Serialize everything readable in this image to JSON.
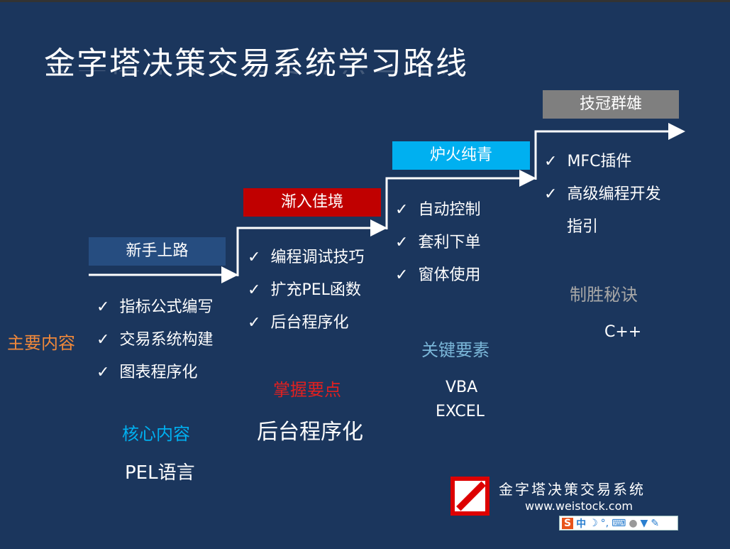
{
  "title": "金字塔决策交易系统学习路线",
  "stages": [
    {
      "label": "新手上路",
      "color": "#264d80",
      "items": [
        "指标公式编写",
        "交易系统构建",
        "图表程序化"
      ],
      "section_label": "核心内容",
      "section_value": "PEL语言"
    },
    {
      "label": "渐入佳境",
      "color": "#c00000",
      "items": [
        "编程调试技巧",
        "扩充PEL函数",
        "后台程序化"
      ],
      "section_label": "掌握要点",
      "section_value": "后台程序化"
    },
    {
      "label": "炉火纯青",
      "color": "#00b0f0",
      "items": [
        "自动控制",
        "套利下单",
        "窗体使用"
      ],
      "section_label": "关键要素",
      "section_value": "VBA",
      "section_value2": "EXCEL"
    },
    {
      "label": "技冠群雄",
      "color": "#7f7f7f",
      "items": [
        "MFC插件",
        "高级编程开发",
        "指引"
      ],
      "section_label": "制胜秘诀",
      "section_value": "C++"
    }
  ],
  "main_label": "主要内容",
  "check": "✓",
  "logo": {
    "name": "金字塔决策交易系统",
    "url": "www.weistock.com"
  },
  "ime": {
    "logo": "S",
    "mode": "中",
    "punct": "°,"
  }
}
